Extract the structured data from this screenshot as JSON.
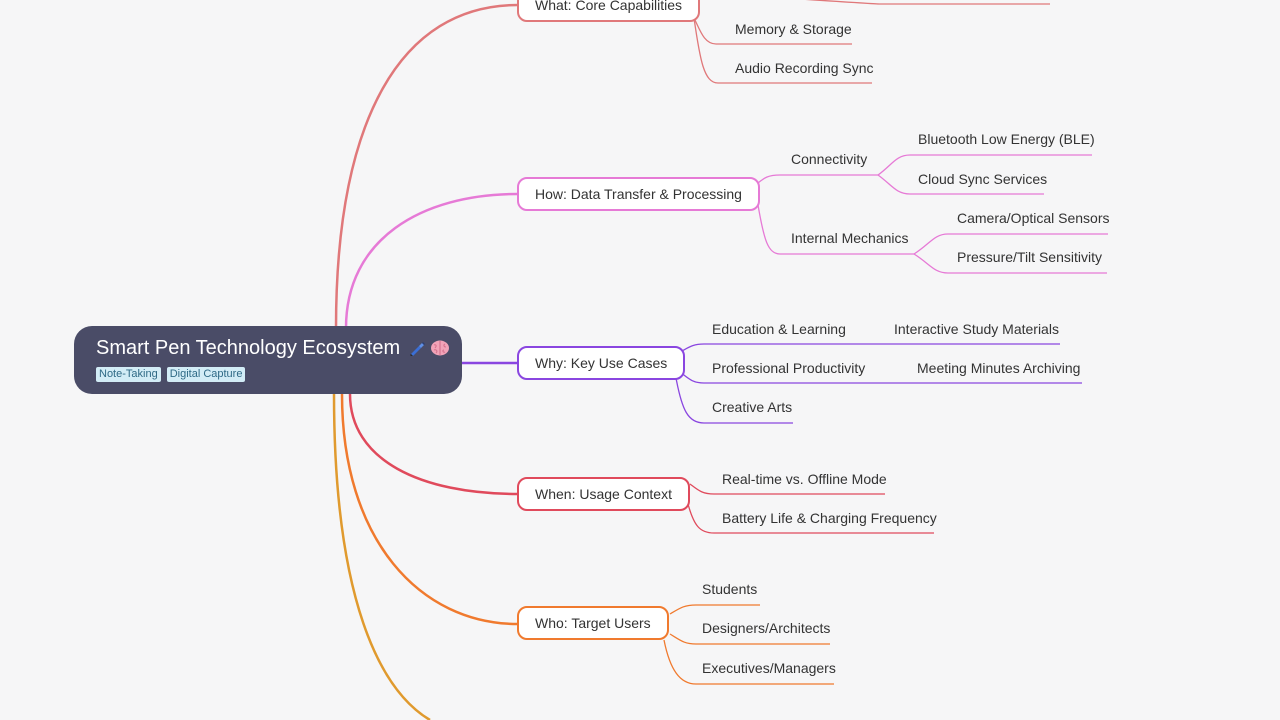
{
  "root": {
    "title": "Smart Pen Technology Ecosystem",
    "tags": [
      "Note-Taking",
      "Digital Capture"
    ]
  },
  "branches": [
    {
      "label": "What: Core Capabilities",
      "color": "#e0787a",
      "children": [
        {
          "label": "Memory & Storage"
        },
        {
          "label": "Audio Recording Sync"
        }
      ]
    },
    {
      "label": "How: Data Transfer & Processing",
      "color": "#e67ad6",
      "children": [
        {
          "label": "Connectivity",
          "children": [
            "Bluetooth Low Energy (BLE)",
            "Cloud Sync Services"
          ]
        },
        {
          "label": "Internal Mechanics",
          "children": [
            "Camera/Optical Sensors",
            "Pressure/Tilt Sensitivity"
          ]
        }
      ]
    },
    {
      "label": "Why: Key Use Cases",
      "color": "#8a46e0",
      "children": [
        {
          "label": "Education & Learning",
          "children": [
            "Interactive Study Materials"
          ]
        },
        {
          "label": "Professional Productivity",
          "children": [
            "Meeting Minutes Archiving"
          ]
        },
        {
          "label": "Creative Arts"
        }
      ]
    },
    {
      "label": "When: Usage Context",
      "color": "#e04a5c",
      "children": [
        {
          "label": "Real-time vs. Offline Mode"
        },
        {
          "label": "Battery Life & Charging Frequency"
        }
      ]
    },
    {
      "label": "Who: Target Users",
      "color": "#f07a2e",
      "children": [
        {
          "label": "Students"
        },
        {
          "label": "Designers/Architects"
        },
        {
          "label": "Executives/Managers"
        }
      ]
    }
  ],
  "offscreen_branch_color": "#e09a2e"
}
